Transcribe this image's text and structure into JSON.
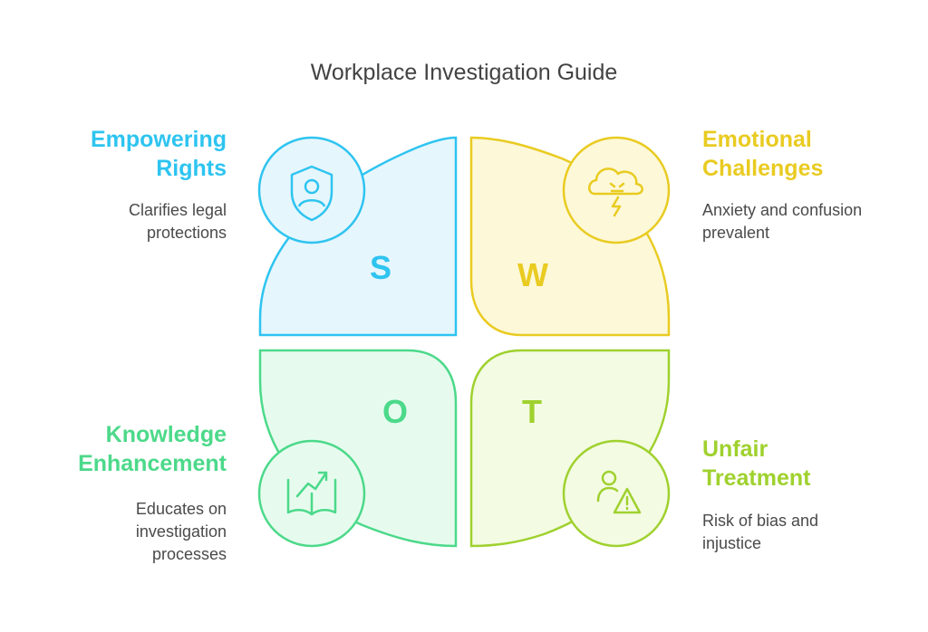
{
  "title": "Workplace Investigation Guide",
  "quadrants": [
    {
      "letter": "S",
      "heading": "Empowering Rights",
      "description": "Clarifies legal protections",
      "icon": "shield-user-icon",
      "color": "#2ec4f0"
    },
    {
      "letter": "W",
      "heading": "Emotional Challenges",
      "description": "Anxiety and confusion prevalent",
      "icon": "storm-cloud-icon",
      "color": "#f2d01d"
    },
    {
      "letter": "O",
      "heading": "Knowledge Enhancement",
      "description": "Educates on investigation processes",
      "icon": "book-growth-icon",
      "color": "#4cd98a"
    },
    {
      "letter": "T",
      "heading": "Unfair Treatment",
      "description": "Risk of bias and injustice",
      "icon": "user-warning-icon",
      "color": "#9fd12e"
    }
  ]
}
